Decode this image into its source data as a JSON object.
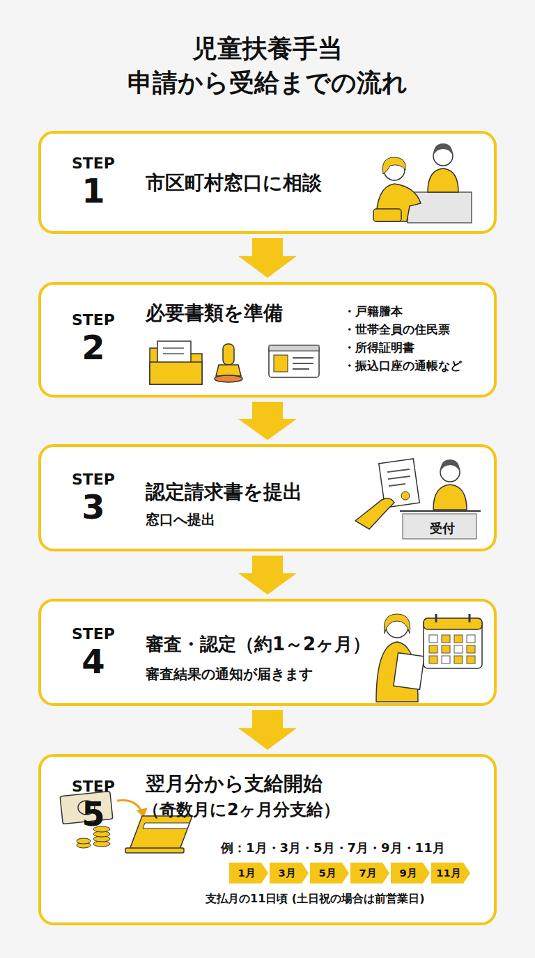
{
  "diagram": {
    "title": "児童扶養手当 申請から受給までの流れ",
    "nodes": [
      {
        "text": [
          "STEP",
          "1",
          "市区町村窓口に相談"
        ]
      },
      {
        "text": [
          "STEP",
          "2",
          "必要書類を準備",
          "・戸籍謄本",
          "・世帯全員の住民票",
          "・所得証明書",
          "・振込口座の通帳など"
        ]
      },
      {
        "text": [
          "STEP",
          "3",
          "認定請求書を提出",
          "窓口へ提出",
          "受付"
        ]
      },
      {
        "text": [
          "STEP",
          "4",
          "審査・認定（約1～2ヶ月）",
          "審査結果の通知が届きます"
        ]
      },
      {
        "text": [
          "STEP",
          "5",
          "翌月分から支給開始",
          "（奇数月に2ヶ月分支給）",
          "例：1月・3月・5月・7月・9月・11月",
          "支払月の11日頃 (土日祝の場合は前営業日)"
        ]
      },
      {
        "text": [
          "1月"
        ],
        "in": 4
      },
      {
        "text": [
          "3月"
        ],
        "in": 4
      },
      {
        "text": [
          "5月"
        ],
        "in": 4
      },
      {
        "text": [
          "7月"
        ],
        "in": 4
      },
      {
        "text": [
          "9月"
        ],
        "in": 4
      },
      {
        "text": [
          "11月"
        ],
        "in": 4
      }
    ],
    "edges": [
      {
        "from": 0,
        "to": 1,
        "arrow": "to"
      },
      {
        "from": 1,
        "to": 2,
        "arrow": "to"
      },
      {
        "from": 2,
        "to": 3,
        "arrow": "to"
      },
      {
        "from": 3,
        "to": 4,
        "arrow": "to"
      }
    ]
  }
}
